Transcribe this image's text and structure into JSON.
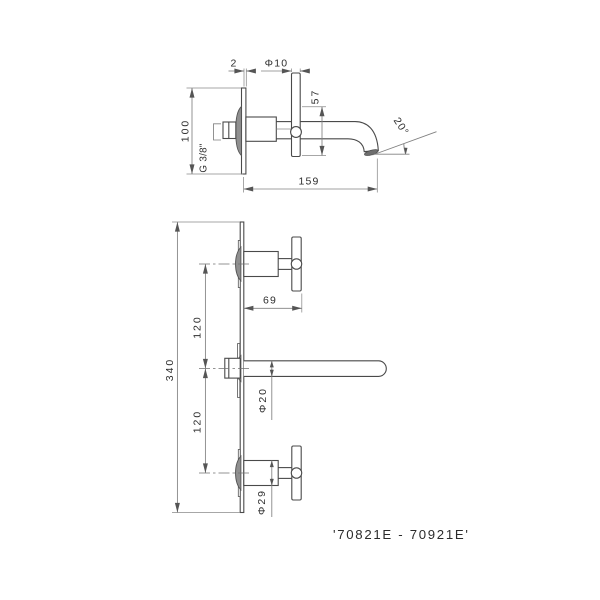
{
  "side_view": {
    "plate_thickness": "2",
    "handle_bar_diameter": "Φ10",
    "handle_drop": "57",
    "plate_height": "100",
    "thread_size": "G 3/8\"",
    "spout_projection": "159",
    "spout_angle": "20°"
  },
  "front_view": {
    "handle_projection": "69",
    "upper_spacing": "120",
    "lower_spacing": "120",
    "plate_total_height": "340",
    "spout_diameter": "Φ20",
    "handle_diameter": "Φ29"
  },
  "footer": {
    "product_codes": "'70821E - 70921E'"
  }
}
